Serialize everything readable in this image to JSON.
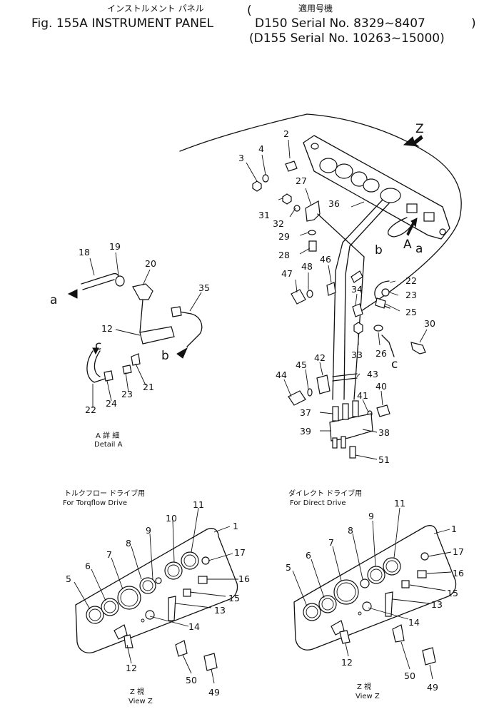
{
  "header": {
    "title_jp": "インストルメント パネル",
    "title": "Fig. 155A  INSTRUMENT PANEL",
    "applicability_jp": "適用号機",
    "serial_1": "D150 Serial No. 8329~8407",
    "serial_2": "(D155 Serial No. 10263~15000)"
  },
  "view_marker": "Z",
  "detail_marker": "A",
  "connection_refs": [
    "a",
    "b",
    "c"
  ],
  "detail_a": {
    "caption_jp": "A 詳 細",
    "caption": "Detail A"
  },
  "view_torqflow": {
    "label_jp": "トルクフロー ドライブ用",
    "label": "For Torqflow Drive",
    "caption_jp": "Z 視",
    "caption": "View Z"
  },
  "view_direct": {
    "label_jp": "ダイレクト ドライブ用",
    "label": "For Direct Drive",
    "caption_jp": "Z 視",
    "caption": "View Z"
  },
  "part_numbers": {
    "main": [
      "2",
      "3",
      "4",
      "27",
      "36",
      "31",
      "32",
      "29",
      "28",
      "46",
      "47",
      "48",
      "34",
      "22",
      "23",
      "25",
      "30",
      "33",
      "26",
      "42",
      "43",
      "44",
      "45",
      "41",
      "40",
      "37",
      "39",
      "38",
      "51"
    ],
    "detail_a": [
      "18",
      "19",
      "20",
      "35",
      "12",
      "21",
      "23",
      "24",
      "22"
    ],
    "torqflow": [
      "1",
      "5",
      "6",
      "7",
      "8",
      "9",
      "10",
      "11",
      "12",
      "13",
      "14",
      "15",
      "16",
      "17",
      "49",
      "50"
    ],
    "direct": [
      "1",
      "5",
      "6",
      "7",
      "8",
      "9",
      "11",
      "12",
      "13",
      "14",
      "15",
      "16",
      "17",
      "49",
      "50"
    ]
  }
}
